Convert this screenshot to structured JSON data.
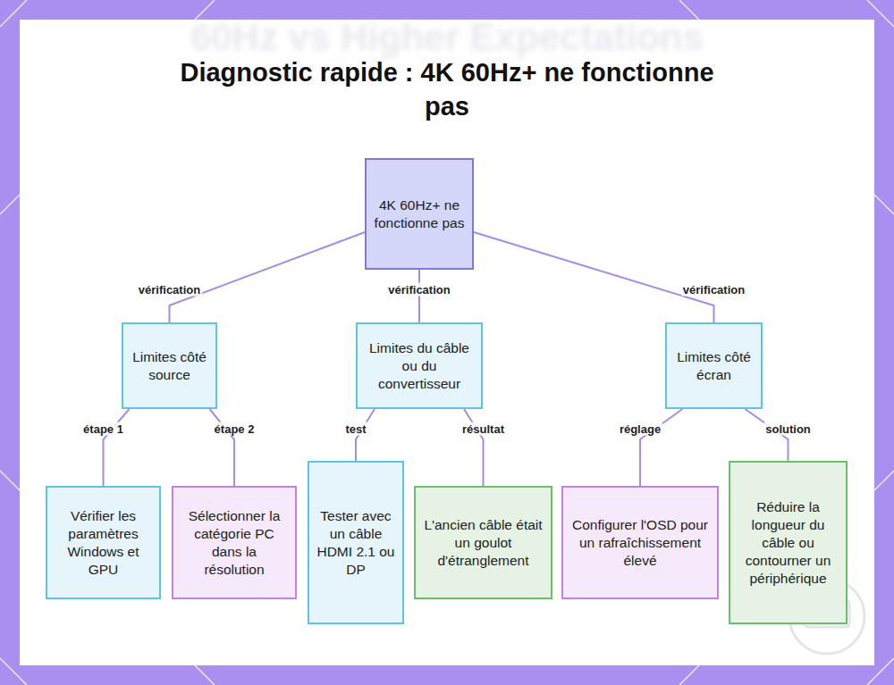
{
  "diagram": {
    "title": "Diagnostic rapide : 4K 60Hz+ ne fonctionne pas",
    "nodes": [
      {
        "text": [
          "4K 60Hz+ ne fonctionne pas"
        ]
      },
      {
        "text": [
          "Limites côté source"
        ]
      },
      {
        "text": [
          "Limites du câble ou du convertisseur"
        ]
      },
      {
        "text": [
          "Limites côté écran"
        ]
      },
      {
        "text": [
          "Vérifier les paramètres Windows et GPU"
        ]
      },
      {
        "text": [
          "Sélectionner la catégorie PC dans la résolution"
        ]
      },
      {
        "text": [
          "Tester avec un câble HDMI 2.1 ou DP"
        ]
      },
      {
        "text": [
          "L'ancien câble était un goulot d'étranglement"
        ]
      },
      {
        "text": [
          "Configurer l'OSD pour un rafraîchissement élevé"
        ]
      },
      {
        "text": [
          "Réduire la longueur du câble ou contourner un périphérique"
        ]
      }
    ],
    "edges": [
      {
        "from": 0,
        "to": 1,
        "label": "vérification",
        "arrow": "none"
      },
      {
        "from": 0,
        "to": 2,
        "label": "vérification",
        "arrow": "none"
      },
      {
        "from": 0,
        "to": 3,
        "label": "vérification",
        "arrow": "none"
      },
      {
        "from": 1,
        "to": 4,
        "label": "étape 1",
        "arrow": "none"
      },
      {
        "from": 1,
        "to": 5,
        "label": "étape 2",
        "arrow": "none"
      },
      {
        "from": 2,
        "to": 6,
        "label": "test",
        "arrow": "none"
      },
      {
        "from": 2,
        "to": 7,
        "label": "résultat",
        "arrow": "none"
      },
      {
        "from": 3,
        "to": 8,
        "label": "réglage",
        "arrow": "none"
      },
      {
        "from": 3,
        "to": 9,
        "label": "solution",
        "arrow": "none"
      }
    ],
    "labels": [
      "60Hz vs Higher Expectations"
    ]
  }
}
